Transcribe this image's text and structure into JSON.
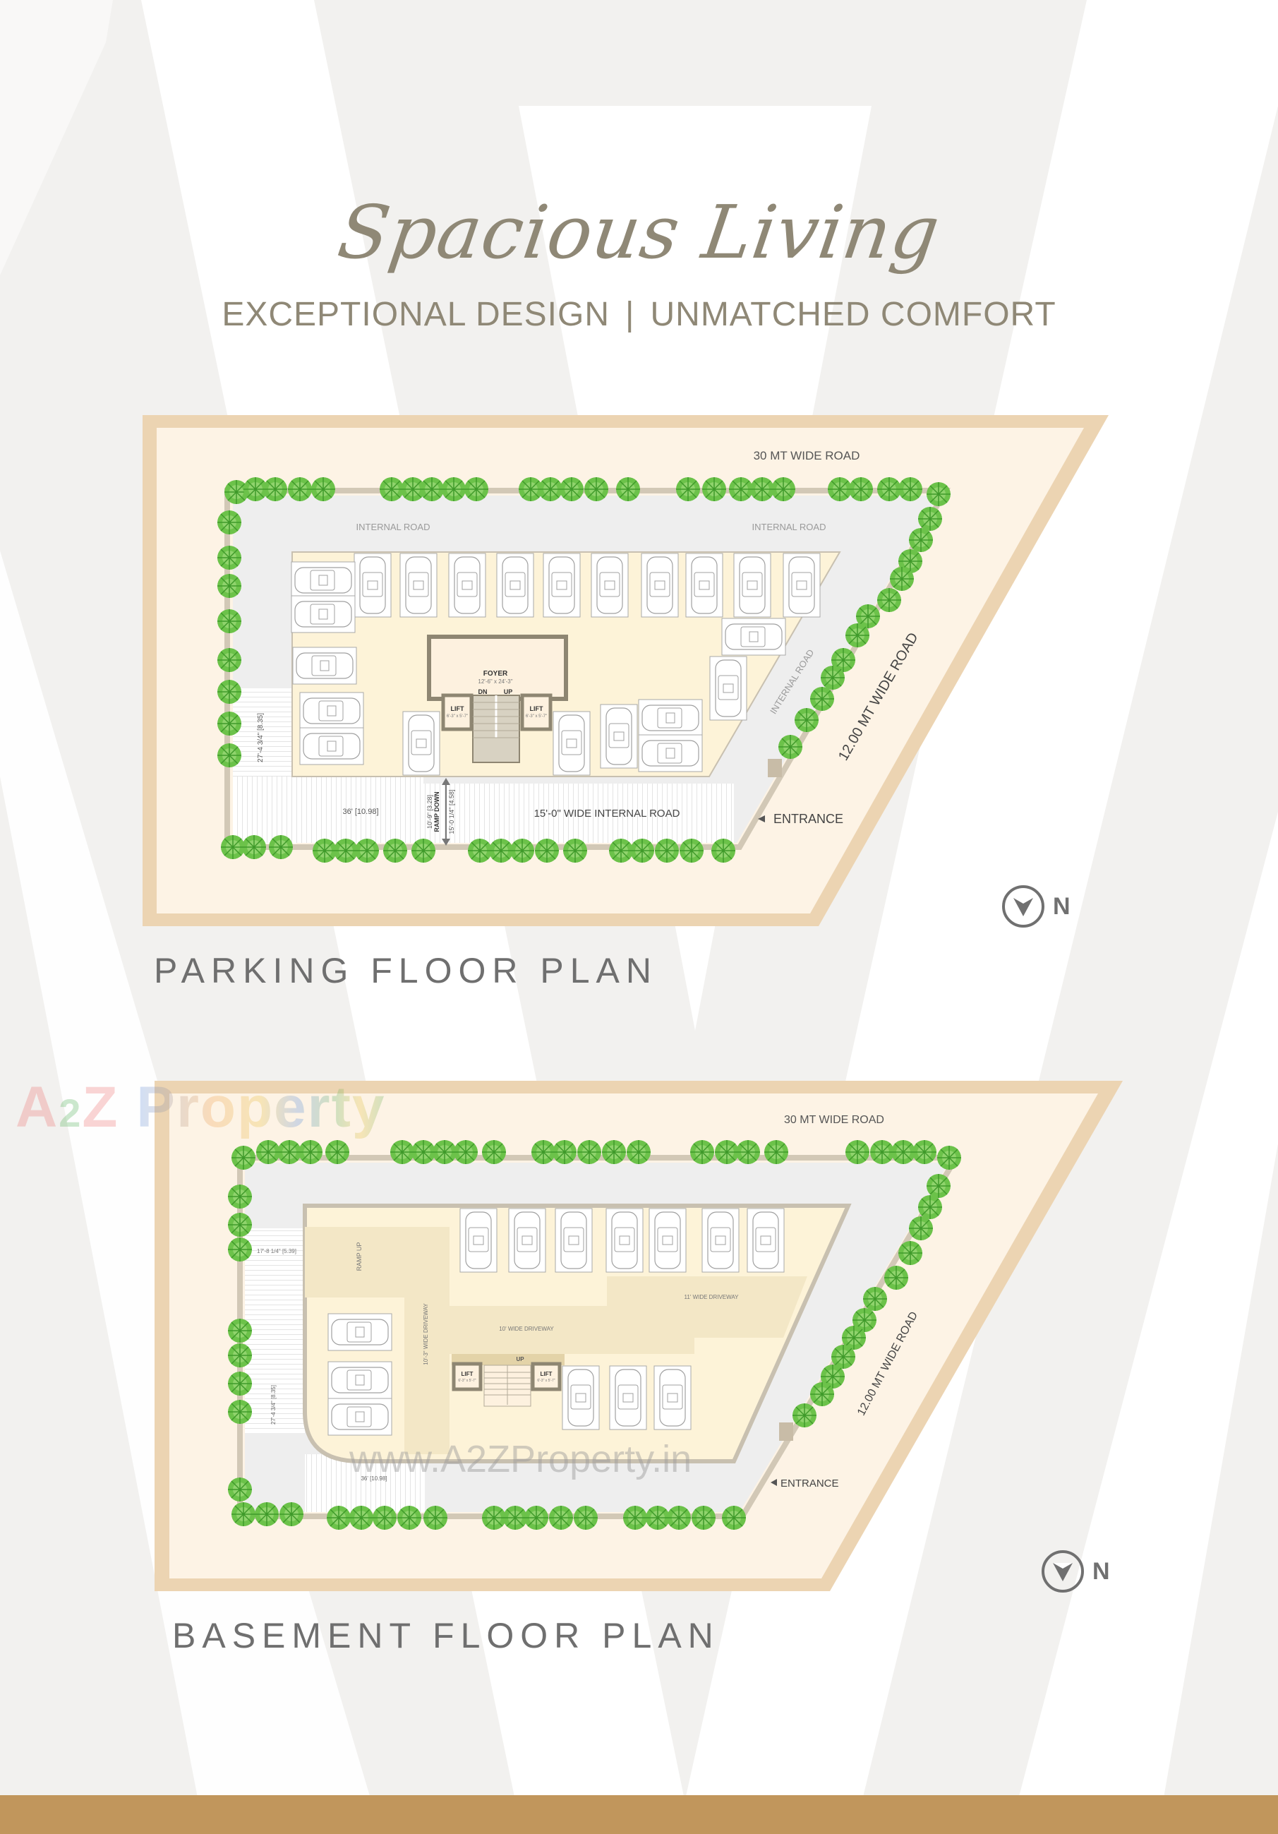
{
  "header": {
    "script_title": "Spacious Living",
    "subtitle_left": "EXCEPTIONAL DESIGN",
    "subtitle_separator": "|",
    "subtitle_right": "UNMATCHED COMFORT"
  },
  "colors": {
    "text_taupe": "#8f8876",
    "background_stripe": "#f2f1ef",
    "plot_border": "#ecd4b2",
    "plot_fill": "#fdf3e5",
    "building_fill": "#fdf3d8",
    "internal_road": "#eeeeee",
    "tree_green": "#6cc24a",
    "footer_bar": "#c1965c",
    "plan_title": "#6f6f6f"
  },
  "parking_plan": {
    "title": "PARKING FLOOR PLAN",
    "north_label": "N",
    "labels": {
      "top_road": "30 MT WIDE ROAD",
      "side_road": "12.00 MT WIDE ROAD",
      "internal_road_left": "INTERNAL ROAD",
      "internal_road_right": "INTERNAL ROAD",
      "internal_road_diag": "INTERNAL ROAD",
      "bottom_road": "15'-0\" WIDE INTERNAL ROAD",
      "entrance": "ENTRANCE",
      "foyer": "FOYER",
      "foyer_size": "12'-6\" x 24'-3\"",
      "stair_dn": "DN",
      "stair_up": "UP",
      "lift": "LIFT",
      "lift_size": "6'-3\" x 5'-7\"",
      "ramp_width": "36' [10.98]",
      "left_dim": "27'-4 3/4\" [8.35]",
      "ramp_down": "RAMP DOWN",
      "ramp_dim1": "10'-9\" [3.28]",
      "ramp_dim2": "15'-0 1/4\" [4.58]"
    }
  },
  "basement_plan": {
    "title": "BASEMENT FLOOR PLAN",
    "north_label": "N",
    "labels": {
      "top_road": "30 MT WIDE ROAD",
      "side_road": "12.00 MT WIDE ROAD",
      "entrance": "ENTRANCE",
      "ramp_up": "RAMP UP",
      "ramp_dim": "17'-8 1/4\" [5.39]",
      "driveway_10": "10' WIDE DRIVEWAY",
      "driveway_11": "11' WIDE DRIVEWAY",
      "driveway_10_3": "10'-3\" WIDE DRIVEWAY",
      "stair_up": "UP",
      "lift": "LIFT",
      "lift_size": "6'-3\" x 5'-7\"",
      "left_dim": "27'-4 3/4\" [8.35]",
      "ramp_width": "36' [10.98]"
    }
  },
  "watermarks": {
    "logo_a": "A",
    "logo_2": "2",
    "logo_z": "Z",
    "logo_property": "Property",
    "url": "www.A2ZProperty.in"
  }
}
